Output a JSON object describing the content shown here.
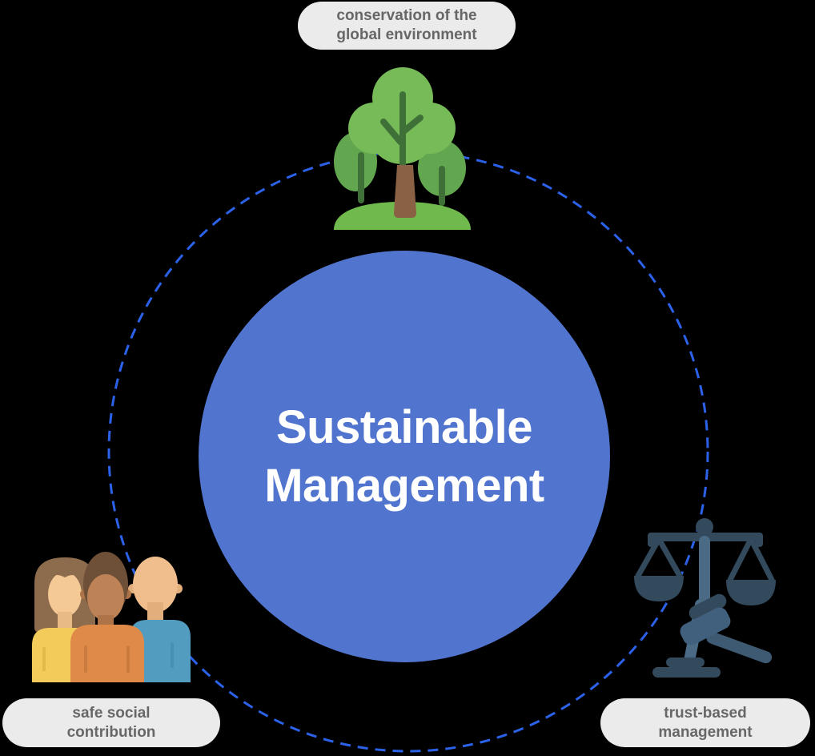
{
  "diagram": {
    "center": {
      "title": "Sustainable\nManagement"
    },
    "nodes": [
      {
        "id": "conservation-of-the-global-environment",
        "position": "top",
        "icon": "tree-icon",
        "label": "conservation of the\nglobal environment"
      },
      {
        "id": "safe-social-contribution",
        "position": "bottom-left",
        "icon": "people-icon",
        "label": "safe social\ncontribution"
      },
      {
        "id": "trust-based-management",
        "position": "bottom-right",
        "icon": "scales-icon",
        "label": "trust-based\nmanagement"
      }
    ]
  },
  "colors": {
    "background": "#000000",
    "center_circle_bg": "#5175CE",
    "center_text": "#FFFFFF",
    "orbit_stroke": "#2B62E9",
    "pill_bg": "#EBEBEB",
    "pill_text": "#676767"
  }
}
